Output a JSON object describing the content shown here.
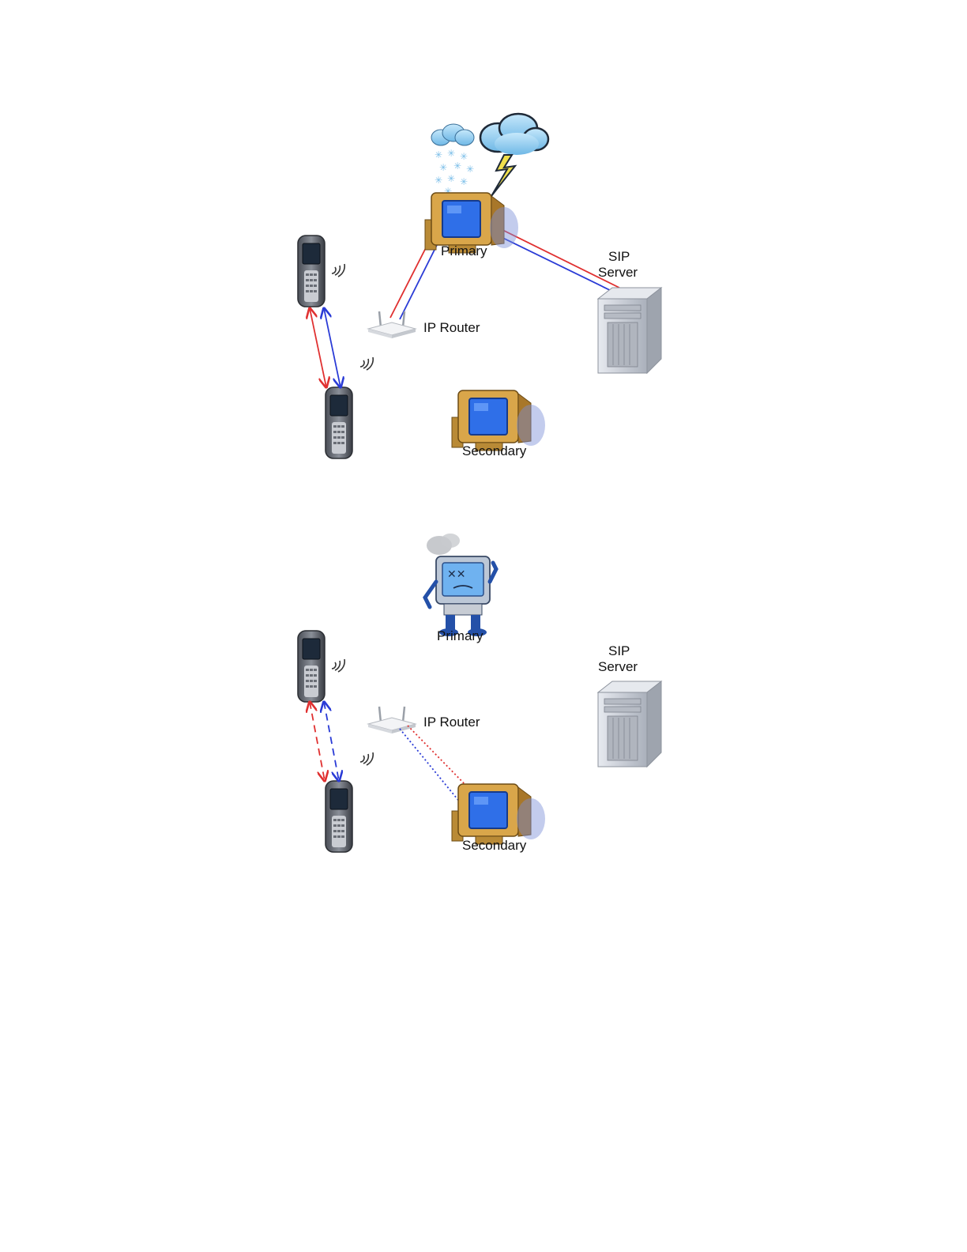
{
  "colors": {
    "link_red": "#e03030",
    "link_blue": "#2a3bd6",
    "monitor_screen": "#2f6fe8",
    "monitor_body": "#c89a3c",
    "server_body": "#c9ced8",
    "cloud": "#9fd2f0"
  },
  "icons": [
    "cloud-snow-icon",
    "cloud-lightning-icon",
    "computer-icon",
    "crashed-computer-icon",
    "phone-icon",
    "wifi-signal-icon",
    "router-icon",
    "server-icon"
  ],
  "scenario_before": {
    "primary_label": "Primary",
    "secondary_label": "Secondary",
    "router_label": "IP Router",
    "sip_label_line1": "SIP",
    "sip_label_line2": "Server"
  },
  "scenario_after": {
    "primary_label": "Primary",
    "secondary_label": "Secondary",
    "router_label": "IP Router",
    "sip_label_line1": "SIP",
    "sip_label_line2": "Server"
  }
}
